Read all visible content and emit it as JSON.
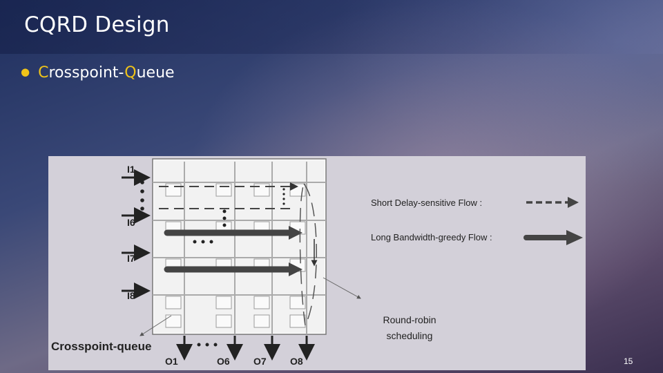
{
  "slide": {
    "title": "CQRD Design",
    "bullet": {
      "first_letter_1": "C",
      "rest_1": "rosspoint-",
      "first_letter_2": "Q",
      "rest_2": "ueue"
    },
    "page_number": "15"
  },
  "figure": {
    "inputs": [
      "I1",
      "I6",
      "I7",
      "I8"
    ],
    "outputs": [
      "O1",
      "O6",
      "O7",
      "O8"
    ],
    "legend_short": "Short Delay-sensitive Flow :",
    "legend_long": "Long Bandwidth-greedy Flow :",
    "rr_line1": "Round-robin",
    "rr_line2": "scheduling",
    "crosspoint_label": "Crosspoint-queue"
  },
  "colors": {
    "accent": "#f0c419",
    "title": "#ffffff",
    "figure_bg": "#d3d0d9"
  }
}
